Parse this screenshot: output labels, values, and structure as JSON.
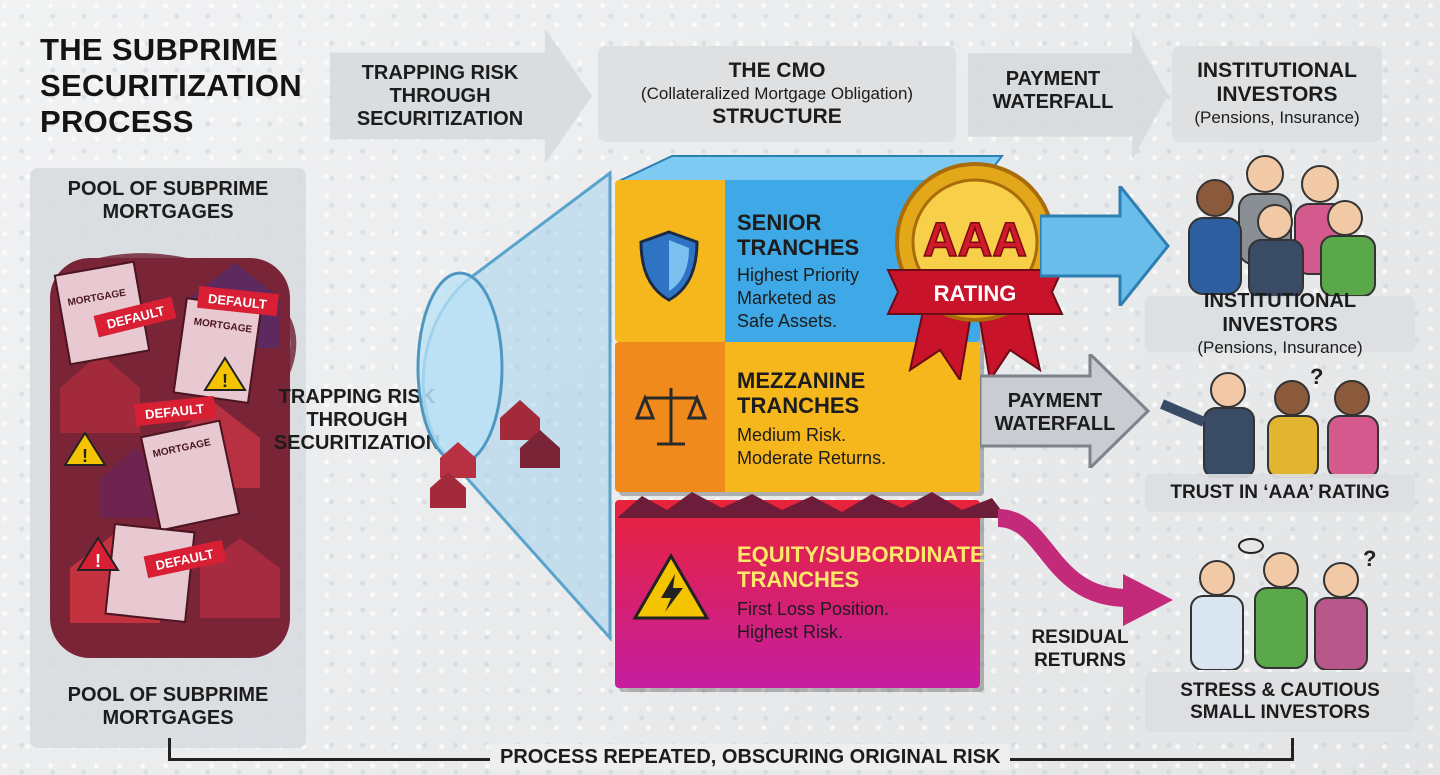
{
  "title": "THE SUBPRIME\nSECURITIZATION\nPROCESS",
  "header": {
    "step1": "TRAPPING RISK\nTHROUGH\nSECURITIZATION",
    "step2_title": "THE CMO",
    "step2_sub": "(Collateralized Mortgage Obligation)",
    "step2_tail": "STRUCTURE",
    "step3": "PAYMENT\nWATERFALL",
    "step4_title": "INSTITUTIONAL\nINVESTORS",
    "step4_sub": "(Pensions, Insurance)"
  },
  "pool": {
    "top_label": "POOL OF SUBPRIME\nMORTGAGES",
    "bottom_label": "POOL OF SUBPRIME\nMORTGAGES",
    "doc_labels": [
      "MORTGAGE",
      "MORTGAGE",
      "MORTGAGE"
    ],
    "default_labels": [
      "DEFAULT",
      "DEFAULT",
      "DEFAULT",
      "DEFAULT"
    ]
  },
  "funnel_label": "TRAPPING RISK\nTHROUGH\nSECURITIZATION",
  "tranches": {
    "senior": {
      "title": "SENIOR\nTRANCHES",
      "desc": "Highest Priority\nMarketed as\nSafe Assets.",
      "color": "#3ea9e6"
    },
    "mezzanine": {
      "title": "MEZZANINE\nTRANCHES",
      "desc": "Medium Risk.\nModerate Returns.",
      "color": "#f5b71c"
    },
    "equity": {
      "title": "EQUITY/SUBORDINATE\nTRANCHES",
      "desc": "First Loss Position.\nHighest Risk.",
      "color": "#e8233a"
    }
  },
  "badge": {
    "big": "AAA",
    "ribbon": "RATING"
  },
  "flows": {
    "waterfall": "PAYMENT\nWATERFALL",
    "residual": "RESIDUAL\nRETURNS"
  },
  "investors": {
    "institutional": {
      "title": "INSTITUTIONAL INVESTORS",
      "sub": "(Pensions, Insurance)"
    },
    "trust": "TRUST IN ‘AAA’ RATING",
    "small": "STRESS & CAUTIOUS\nSMALL INVESTORS"
  },
  "footer": "PROCESS REPEATED, OBSCURING ORIGINAL RISK"
}
